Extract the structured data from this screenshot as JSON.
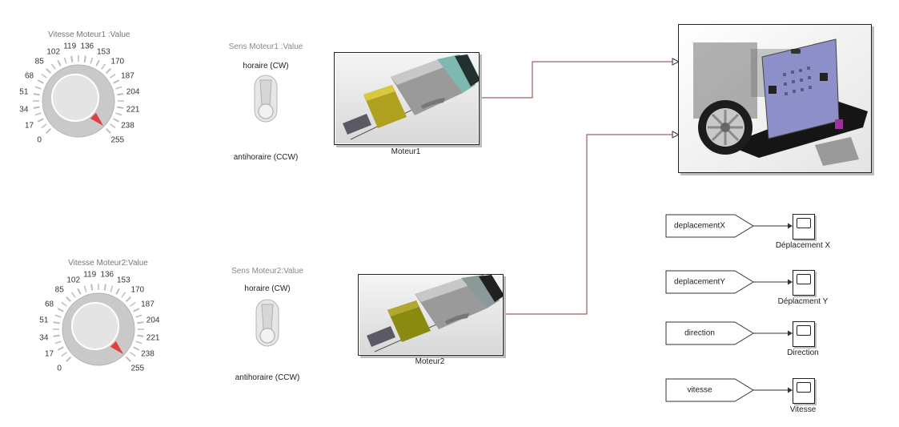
{
  "knob1": {
    "title": "Vitesse Moteur1 :Value",
    "ticks": [
      "0",
      "17",
      "34",
      "51",
      "68",
      "85",
      "102",
      "119",
      "136",
      "153",
      "170",
      "187",
      "204",
      "221",
      "238",
      "255"
    ],
    "value": 255
  },
  "knob2": {
    "title": "Vitesse Moteur2:Value",
    "ticks": [
      "0",
      "17",
      "34",
      "51",
      "68",
      "85",
      "102",
      "119",
      "136",
      "153",
      "170",
      "187",
      "204",
      "221",
      "238",
      "255"
    ],
    "value": 255
  },
  "switch1": {
    "title": "Sens Moteur1 :Value",
    "top_label": "horaire (CW)",
    "bottom_label": "antihoraire (CCW)"
  },
  "switch2": {
    "title": "Sens Moteur2:Value",
    "top_label": "horaire (CW)",
    "bottom_label": "antihoraire (CCW)"
  },
  "motor1": {
    "label": "Moteur1"
  },
  "motor2": {
    "label": "Moteur2"
  },
  "signals": [
    {
      "from": "deplacementX",
      "scope": "Déplacement X"
    },
    {
      "from": "deplacementY",
      "scope": "Déplacment Y"
    },
    {
      "from": "direction",
      "scope": "Direction"
    },
    {
      "from": "vitesse",
      "scope": "Vitesse"
    }
  ],
  "colors": {
    "signal_line": "#8b3a3a",
    "needle": "#e14040",
    "knob_ring": "#c8c8c8"
  },
  "icons": {
    "motor": "motor-icon",
    "robot": "robot-icon",
    "scope": "scope-icon"
  }
}
